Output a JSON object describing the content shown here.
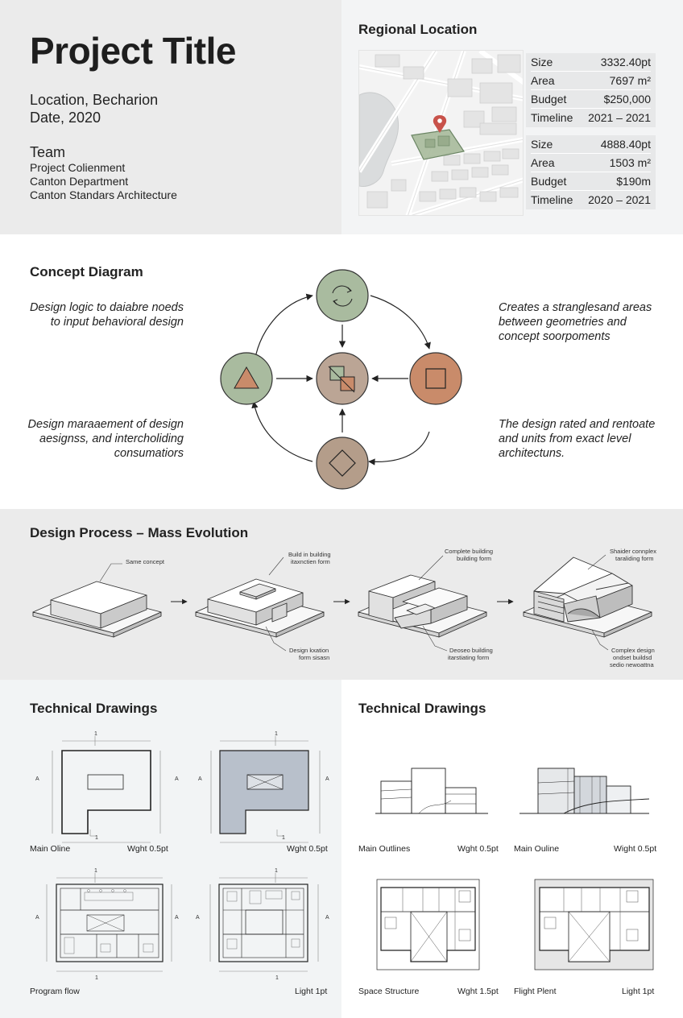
{
  "header": {
    "title": "Project Title",
    "location": "Location, Becharion",
    "date": "Date, 2020",
    "team_heading": "Team",
    "team": [
      "Project Colienment",
      "Canton Department",
      "Canton Standars Architecture"
    ]
  },
  "regional": {
    "heading": "Regional Location",
    "stats": [
      [
        {
          "label": "Size",
          "value": "3332.40pt"
        },
        {
          "label": "Area",
          "value": "7697 m²"
        },
        {
          "label": "Budget",
          "value": "$250,000"
        },
        {
          "label": "Timeline",
          "value": "2021 – 2021"
        }
      ],
      [
        {
          "label": "Size",
          "value": "4888.40pt"
        },
        {
          "label": "Area",
          "value": "1503 m²"
        },
        {
          "label": "Budget",
          "value": "$190m"
        },
        {
          "label": "Timeline",
          "value": "2020 – 2021"
        }
      ]
    ]
  },
  "concept": {
    "heading": "Concept Diagram",
    "text_tl": [
      "Design logic to daiabre noeds",
      "to input behavioral design"
    ],
    "text_tr": [
      "Creates a stranglesand areas",
      "between geometries and",
      "concept soorpoments"
    ],
    "text_bl": [
      "Design maraaement of design",
      "aesignss, and intercholiding",
      "consumatiors"
    ],
    "text_br": [
      "The design rated and rentoate",
      "and units from exact level",
      "architectuns."
    ],
    "colors": {
      "green": "#a9bb9f",
      "terracotta": "#c98b6a",
      "taupe": "#b49d8a",
      "center": "#bba595"
    }
  },
  "process": {
    "heading": "Design Process – Mass Evolution",
    "notes": {
      "n1": "Same concept",
      "n2a": "Build in building",
      "n2b": "itaxnctien form",
      "n2c": "Design kxation",
      "n2d": "form sisasn",
      "n3a": "Complete building",
      "n3b": "building form",
      "n3c": "Deoseo building",
      "n3d": "itarstiating form",
      "n4a": "Shaider connplex",
      "n4b": "taraliding form",
      "n4c": "Complex design",
      "n4d": "ondset buildsd",
      "n4e": "sedio newoattna"
    }
  },
  "technical": {
    "left_heading": "Technical Drawings",
    "right_heading": "Technical Drawings",
    "captions": [
      {
        "label": "Main Oline",
        "weight": "Wght 0.5pt"
      },
      {
        "label": "",
        "weight": "Wght 0.5pt"
      },
      {
        "label": "Program flow",
        "weight": ""
      },
      {
        "label": "",
        "weight": "Light 1pt"
      },
      {
        "label": "Main Outlines",
        "weight": "Wght 0.5pt"
      },
      {
        "label": "Main Ouline",
        "weight": "Wight 0.5pt"
      },
      {
        "label": "Space Structure",
        "weight": "Wght 1.5pt"
      },
      {
        "label": "Flight Plent",
        "weight": "Light 1pt"
      }
    ],
    "dim_marks": {
      "one": "1",
      "a": "A"
    }
  }
}
